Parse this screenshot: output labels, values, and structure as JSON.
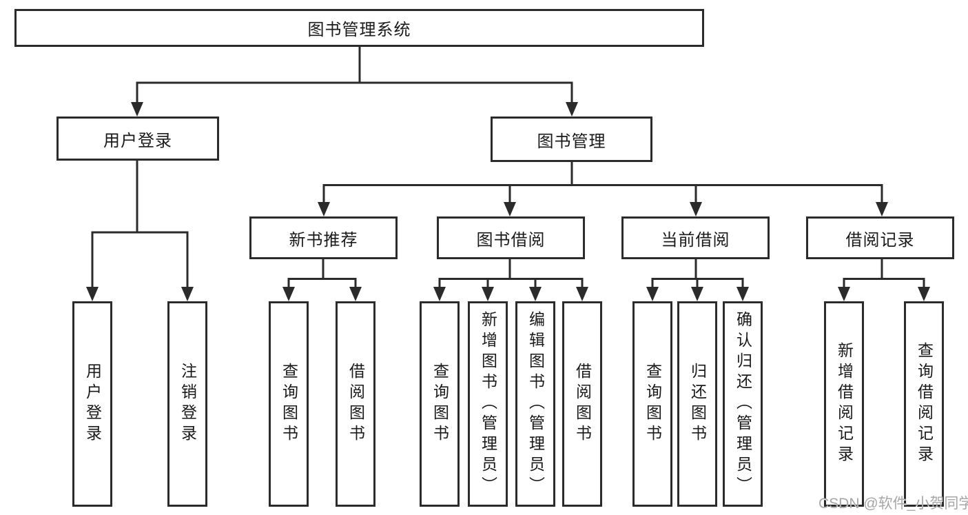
{
  "diagram": {
    "tree": {
      "label": "图书管理系统",
      "children": [
        {
          "label": "用户登录",
          "children": [
            {
              "label": "用户登录"
            },
            {
              "label": "注销登录"
            }
          ]
        },
        {
          "label": "图书管理",
          "children": [
            {
              "label": "新书推荐",
              "children": [
                {
                  "label": "查询图书"
                },
                {
                  "label": "借阅图书"
                }
              ]
            },
            {
              "label": "图书借阅",
              "children": [
                {
                  "label": "查询图书"
                },
                {
                  "label": "新增图书（管理员）"
                },
                {
                  "label": "编辑图书（管理员）"
                },
                {
                  "label": "借阅图书"
                }
              ]
            },
            {
              "label": "当前借阅",
              "children": [
                {
                  "label": "查询图书"
                },
                {
                  "label": "归还图书"
                },
                {
                  "label": "确认归还（管理员）"
                }
              ]
            },
            {
              "label": "借阅记录",
              "children": [
                {
                  "label": "新增借阅记录"
                },
                {
                  "label": "查询借阅记录"
                }
              ]
            }
          ]
        }
      ]
    },
    "watermark": "CSDN @软件_小贺同学",
    "colors": {
      "line": "#2b2b2b",
      "text": "#1a1a1a",
      "box_background": "#ffffff",
      "watermark": "#a6a6a6"
    }
  }
}
